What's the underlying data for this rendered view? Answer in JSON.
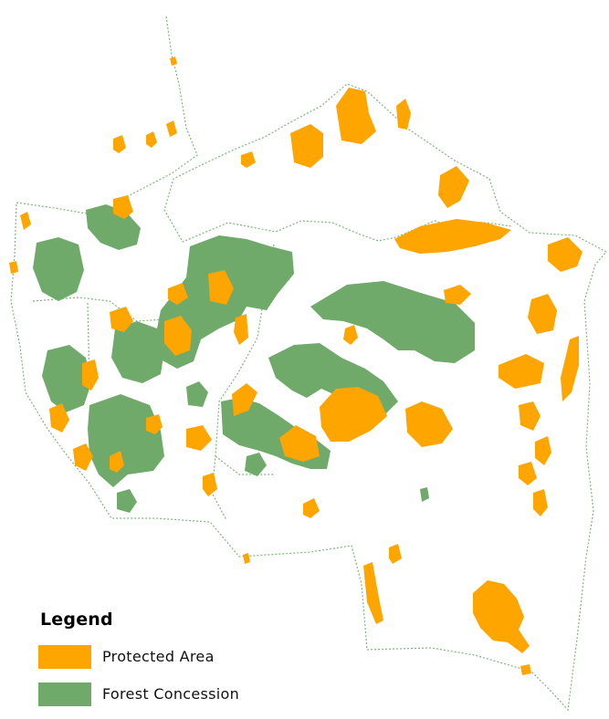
{
  "legend": {
    "title": "Legend",
    "items": [
      {
        "label": "Protected Area",
        "color": "#ffa500"
      },
      {
        "label": "Forest Concession",
        "color": "#6faa6b"
      }
    ]
  },
  "colors": {
    "protected_area": "#ffa500",
    "forest_concession": "#6faa6b",
    "boundary": "#7db87a",
    "background": "#ffffff"
  }
}
